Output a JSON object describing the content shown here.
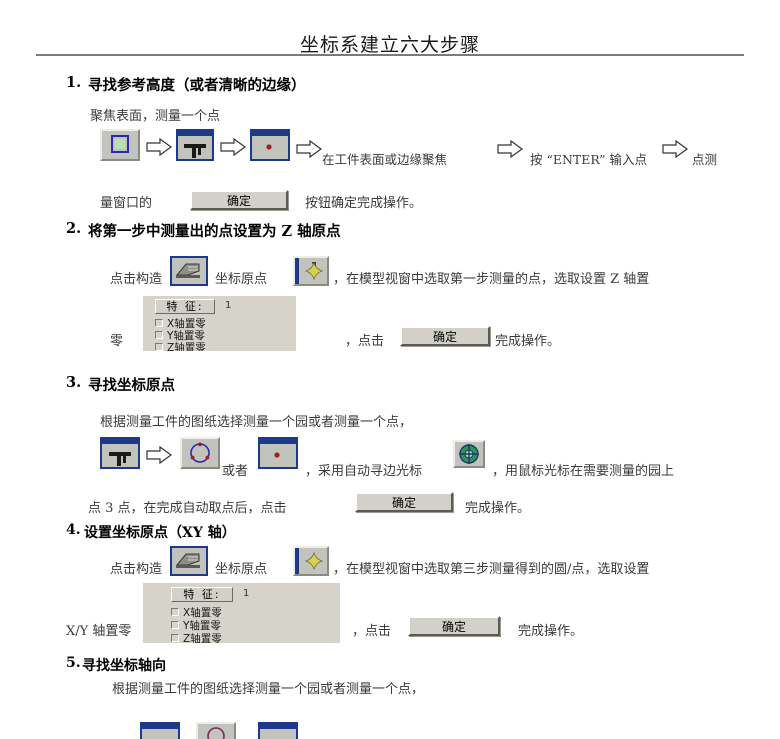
{
  "document": {
    "title": "坐标系建立六大步骤"
  },
  "steps": [
    {
      "number": "1.",
      "heading": "寻找参考高度（或者清晰的边缘）",
      "line1": "聚焦表面，测量一个点",
      "flow_text_1": "在工件表面或边缘聚焦",
      "flow_text_2": "按 “ENTER” 输入点",
      "flow_text_3": "点测",
      "line2_a": "量窗口的",
      "ok_label": "确定",
      "line2_b": "按钮确定完成操作。"
    },
    {
      "number": "2.",
      "heading": "将第一步中测量出的点设置为 Z 轴原点",
      "text_a": "点击构造",
      "text_b": "坐标原点",
      "text_c": "，在模型视窗中选取第一步测量的点，选取设置 Z 轴置",
      "text_d": "零",
      "text_e": "，点击",
      "ok_label": "确定",
      "text_f": "完成操作。",
      "panel": {
        "feature_label": "特 征:",
        "feature_value": "1",
        "checkboxes": [
          {
            "label": "X轴置零",
            "checked": false
          },
          {
            "label": "Y轴置零",
            "checked": false
          },
          {
            "label": "Z轴置零",
            "checked": false
          }
        ]
      }
    },
    {
      "number": "3.",
      "heading": "寻找坐标原点",
      "line1": "根据测量工件的图纸选择测量一个园或者测量一个点，",
      "text_or": "或者",
      "text_a": "，采用自动寻边光标",
      "text_b": "，用鼠标光标在需要测量的园上",
      "text_c": "点 3 点，在完成自动取点后，点击",
      "ok_label": "确定",
      "text_d": "完成操作。"
    },
    {
      "number": "4.",
      "heading": "设置坐标原点（XY 轴）",
      "text_a": "点击构造",
      "text_b": "坐标原点",
      "text_c": "，在模型视窗中选取第三步测量得到的圆/点，选取设置",
      "text_d": "X/Y 轴置零",
      "text_e": "，点击",
      "ok_label": "确定",
      "text_f": "完成操作。",
      "panel": {
        "feature_label": "特 征:",
        "feature_value": "1",
        "checkboxes": [
          {
            "label": "X轴置零",
            "checked": false
          },
          {
            "label": "Y轴置零",
            "checked": false
          },
          {
            "label": "Z轴置零",
            "checked": false
          }
        ]
      }
    },
    {
      "number": "5.",
      "heading": "寻找坐标轴向",
      "line1": "根据测量工件的图纸选择测量一个园或者测量一个点，"
    }
  ],
  "icons": {
    "focus_square": "focus-square-icon",
    "probe_tool": "probe-tool-icon",
    "point_measure": "point-measure-icon",
    "construct": "construct-icon",
    "origin": "coordinate-origin-icon",
    "circle_measure": "circle-measure-icon",
    "edge_cursor": "auto-edge-cursor-icon"
  },
  "colors": {
    "title_rule": "#7a7a7a",
    "selected_border": "#1d3a8a",
    "button_face": "#d2d0c8",
    "panel_face": "#d6d3cb"
  }
}
